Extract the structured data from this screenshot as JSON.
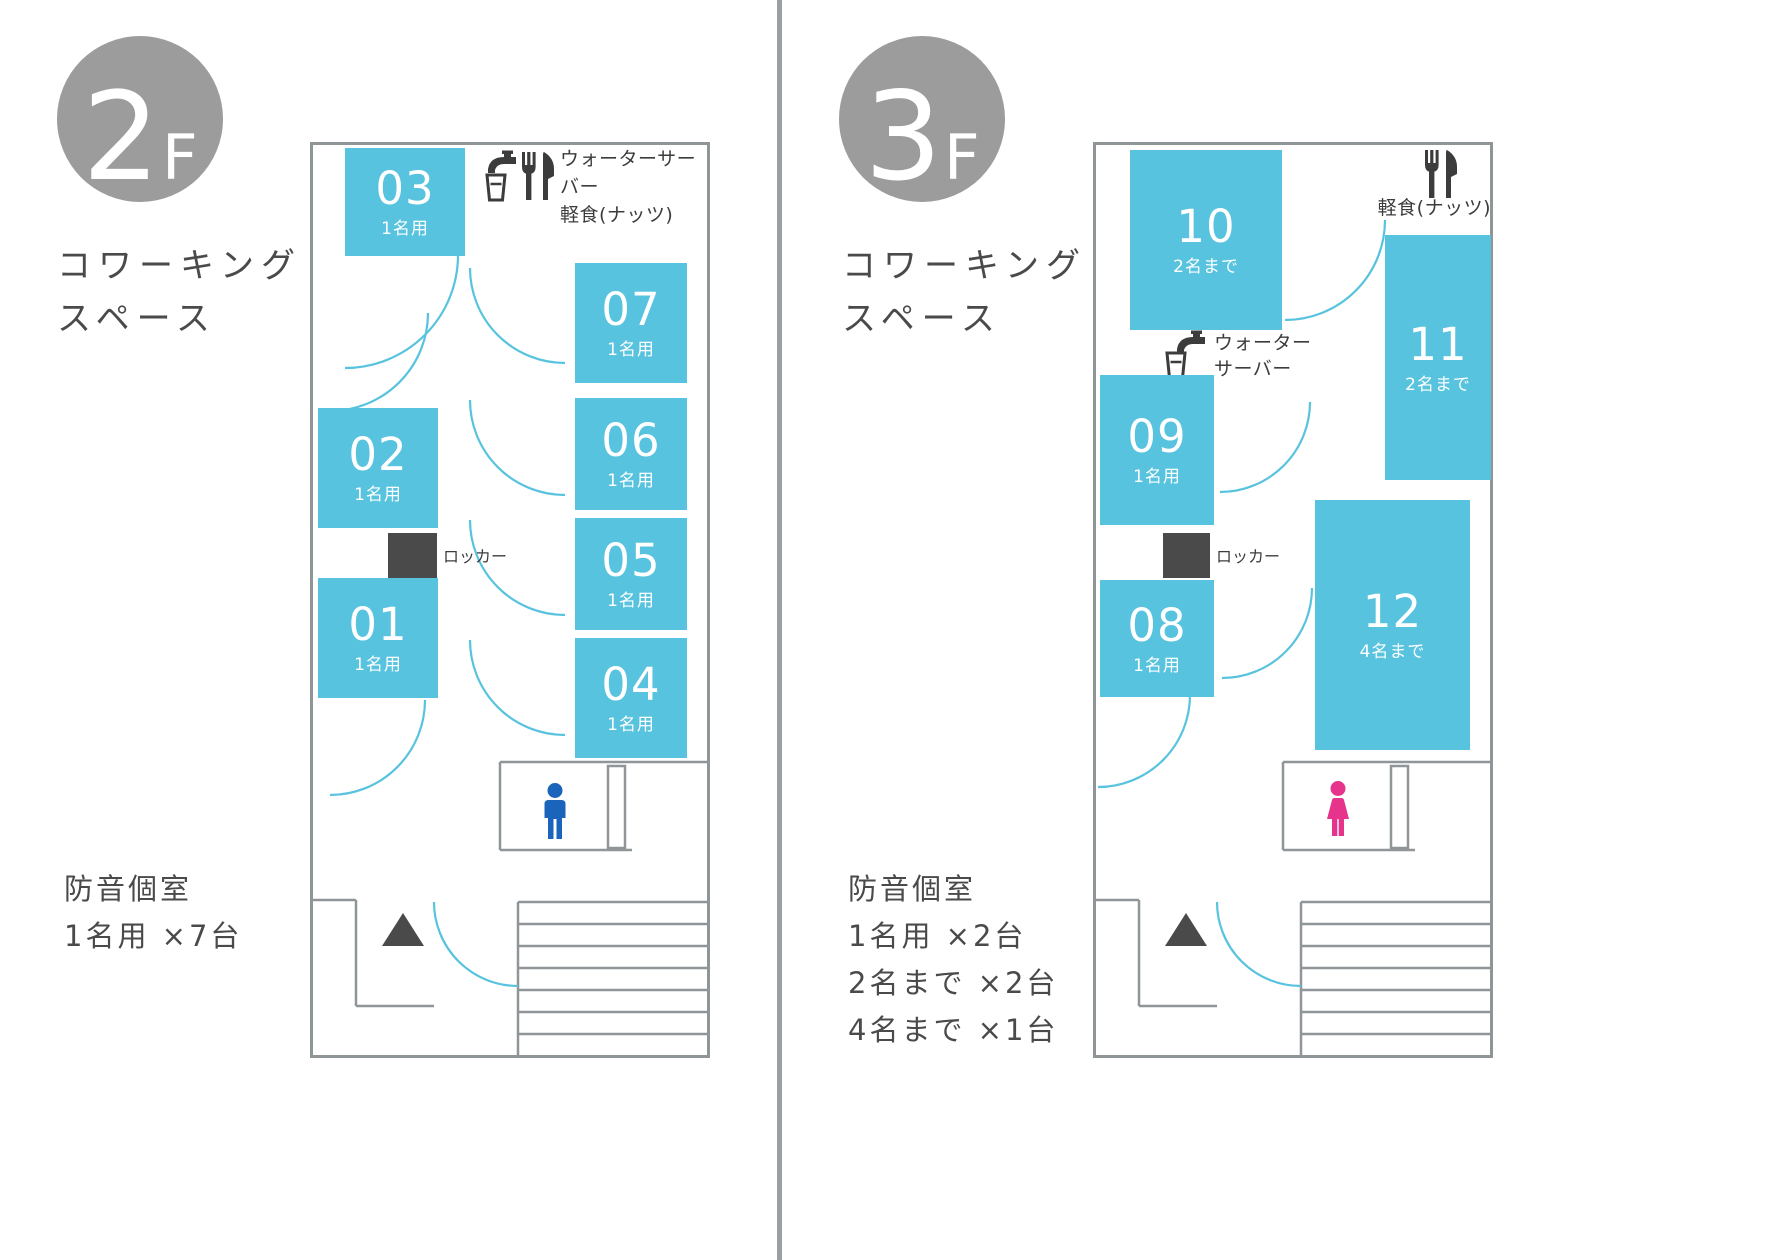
{
  "colors": {
    "room_blue": "#58c3de",
    "badge_gray": "#9c9c9c",
    "wall_gray": "#909698",
    "text_dark": "#4a4a4a",
    "male_blue": "#1b64bb",
    "female_pink": "#e6348d",
    "locker_dark": "#4a4a4a",
    "divider_gray": "#9aa0a2"
  },
  "icons": {
    "water_server": "faucet-and-cup",
    "snack": "fork-and-knife",
    "restroom_male": "male-figure",
    "restroom_female": "female-figure",
    "entrance": "up-triangle",
    "locker": "dark-square"
  },
  "floor2": {
    "badge": {
      "number": "2",
      "suffix": "F"
    },
    "title": {
      "line1": "コワーキング",
      "line2": "スペース"
    },
    "amenities": {
      "water_server": "ウォーターサーバー",
      "snack": "軽食(ナッツ)"
    },
    "locker_label": "ロッカー",
    "rooms": [
      {
        "number": "03",
        "capacity": "1名用"
      },
      {
        "number": "07",
        "capacity": "1名用"
      },
      {
        "number": "06",
        "capacity": "1名用"
      },
      {
        "number": "05",
        "capacity": "1名用"
      },
      {
        "number": "04",
        "capacity": "1名用"
      },
      {
        "number": "02",
        "capacity": "1名用"
      },
      {
        "number": "01",
        "capacity": "1名用"
      }
    ],
    "legend": {
      "title": "防音個室",
      "lines": [
        "1名用 ×7台"
      ]
    }
  },
  "floor3": {
    "badge": {
      "number": "3",
      "suffix": "F"
    },
    "title": {
      "line1": "コワーキング",
      "line2": "スペース"
    },
    "amenities": {
      "snack": "軽食(ナッツ)",
      "water_line1": "ウォーター",
      "water_line2": "サーバー"
    },
    "locker_label": "ロッカー",
    "rooms": [
      {
        "number": "10",
        "capacity": "2名まで"
      },
      {
        "number": "11",
        "capacity": "2名まで"
      },
      {
        "number": "09",
        "capacity": "1名用"
      },
      {
        "number": "08",
        "capacity": "1名用"
      },
      {
        "number": "12",
        "capacity": "4名まで"
      }
    ],
    "legend": {
      "title": "防音個室",
      "lines": [
        "1名用 ×2台",
        "2名まで ×2台",
        "4名まで ×1台"
      ]
    }
  }
}
